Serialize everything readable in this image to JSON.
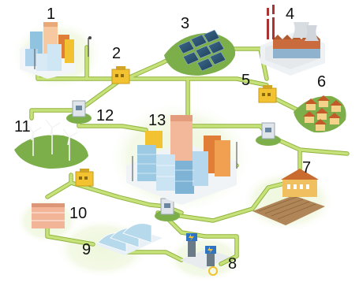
{
  "labels": {
    "n1": "1",
    "n2": "2",
    "n3": "3",
    "n4": "4",
    "n5": "5",
    "n6": "6",
    "n7": "7",
    "n8": "8",
    "n9": "9",
    "n10": "10",
    "n11": "11",
    "n12": "12",
    "n13": "13"
  },
  "colors": {
    "line": "#b8d86a",
    "line_edge": "#8fb33f",
    "grass": "#7cae4a",
    "glow": "#edf7d8",
    "substation": "#d9e0e6",
    "transformer": "#f2c230",
    "city_orange": "#f08a3a",
    "city_blue": "#7fb3d6"
  },
  "icons": [
    "city-district-icon",
    "transformer-box-icon",
    "solar-farm-icon",
    "power-plant-icon",
    "transformer-box-icon",
    "houses-icon",
    "farm-icon",
    "ev-charging-icon",
    "greenhouse-icon",
    "warehouse-icon",
    "wind-farm-icon",
    "substation-icon",
    "city-center-icon"
  ]
}
